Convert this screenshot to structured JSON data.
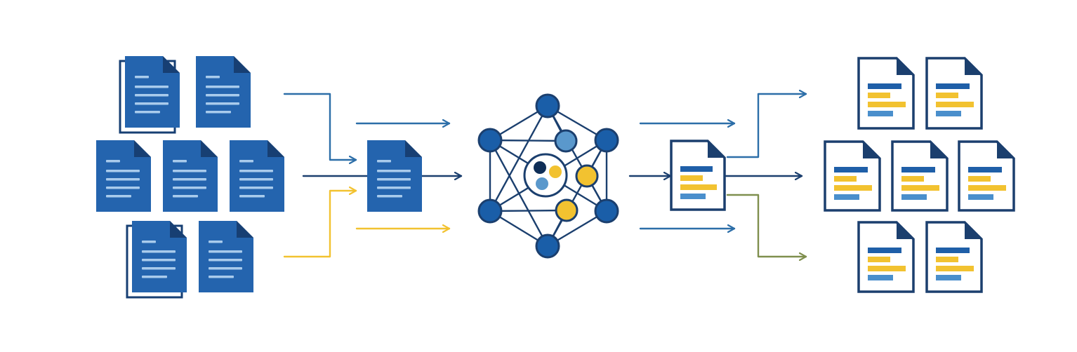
{
  "diagram": {
    "type": "document-processing-pipeline",
    "stages": [
      {
        "id": "input-documents",
        "icon": "text-document-icon",
        "count": 7
      },
      {
        "id": "merged-input",
        "icon": "text-document-icon",
        "count": 1
      },
      {
        "id": "neural-network",
        "icon": "network-graph-icon",
        "count": 1
      },
      {
        "id": "structured-output",
        "icon": "structured-document-icon",
        "count": 1
      },
      {
        "id": "output-documents",
        "icon": "structured-document-icon",
        "count": 7
      }
    ],
    "colors": {
      "dark_navy": "#1b3f6e",
      "input_doc_blue": "#2464ae",
      "input_doc_fold": "#173f73",
      "input_doc_lines": "#a9cbec",
      "node_dark": "#1a5ea8",
      "node_light": "#5a98cc",
      "node_yellow": "#f2c230",
      "bar_dark_blue": "#1f5fa8",
      "bar_yellow": "#f2c230",
      "bar_light_blue": "#4a8fcc",
      "arrow_blue": "#2c6ea8",
      "arrow_navy": "#1b3f6e",
      "arrow_yellow": "#f2c230",
      "arrow_olive": "#7f8f4e"
    }
  }
}
